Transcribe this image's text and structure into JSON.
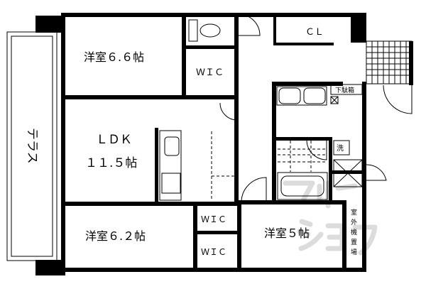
{
  "rooms": {
    "western_room_1": "洋室６.６帖",
    "wic_1": "ＷＩＣ",
    "closet": "ＣＬ",
    "shoe_cabinet": "下駄箱",
    "ldk_name": "ＬＤＫ",
    "ldk_size": "１１.５帖",
    "terrace": "テラス",
    "washer": "洗",
    "western_room_2": "洋室６.２帖",
    "wic_2": "ＷＩＣ",
    "wic_3": "ＷＩＣ",
    "western_room_3": "洋室５帖",
    "outdoor_unit": [
      "室",
      "外",
      "機",
      "置",
      "場"
    ]
  },
  "watermark": "アパマンショップ",
  "colors": {
    "walls": "#000000",
    "watermark": "#d6d6d6"
  }
}
